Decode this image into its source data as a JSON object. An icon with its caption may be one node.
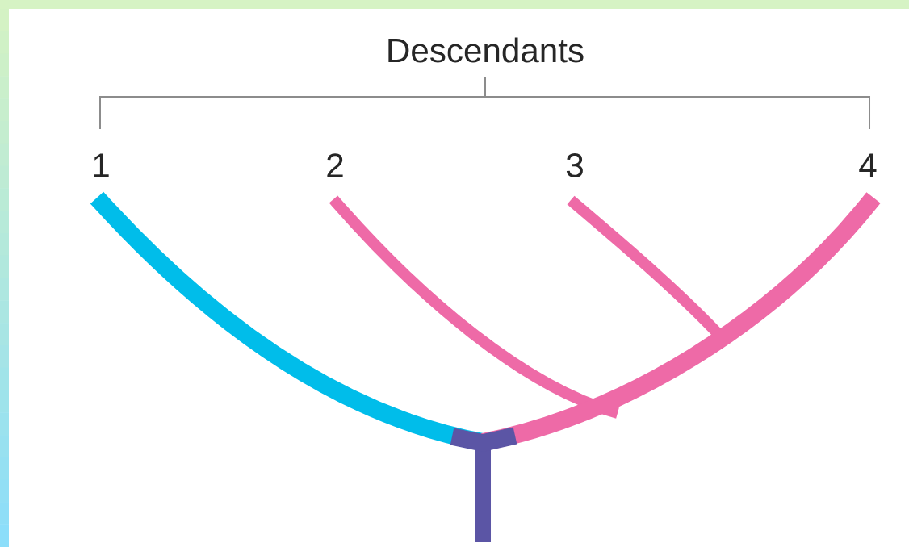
{
  "diagram": {
    "labels": [
      "Descendants",
      "1",
      "2",
      "3",
      "4"
    ]
  }
}
